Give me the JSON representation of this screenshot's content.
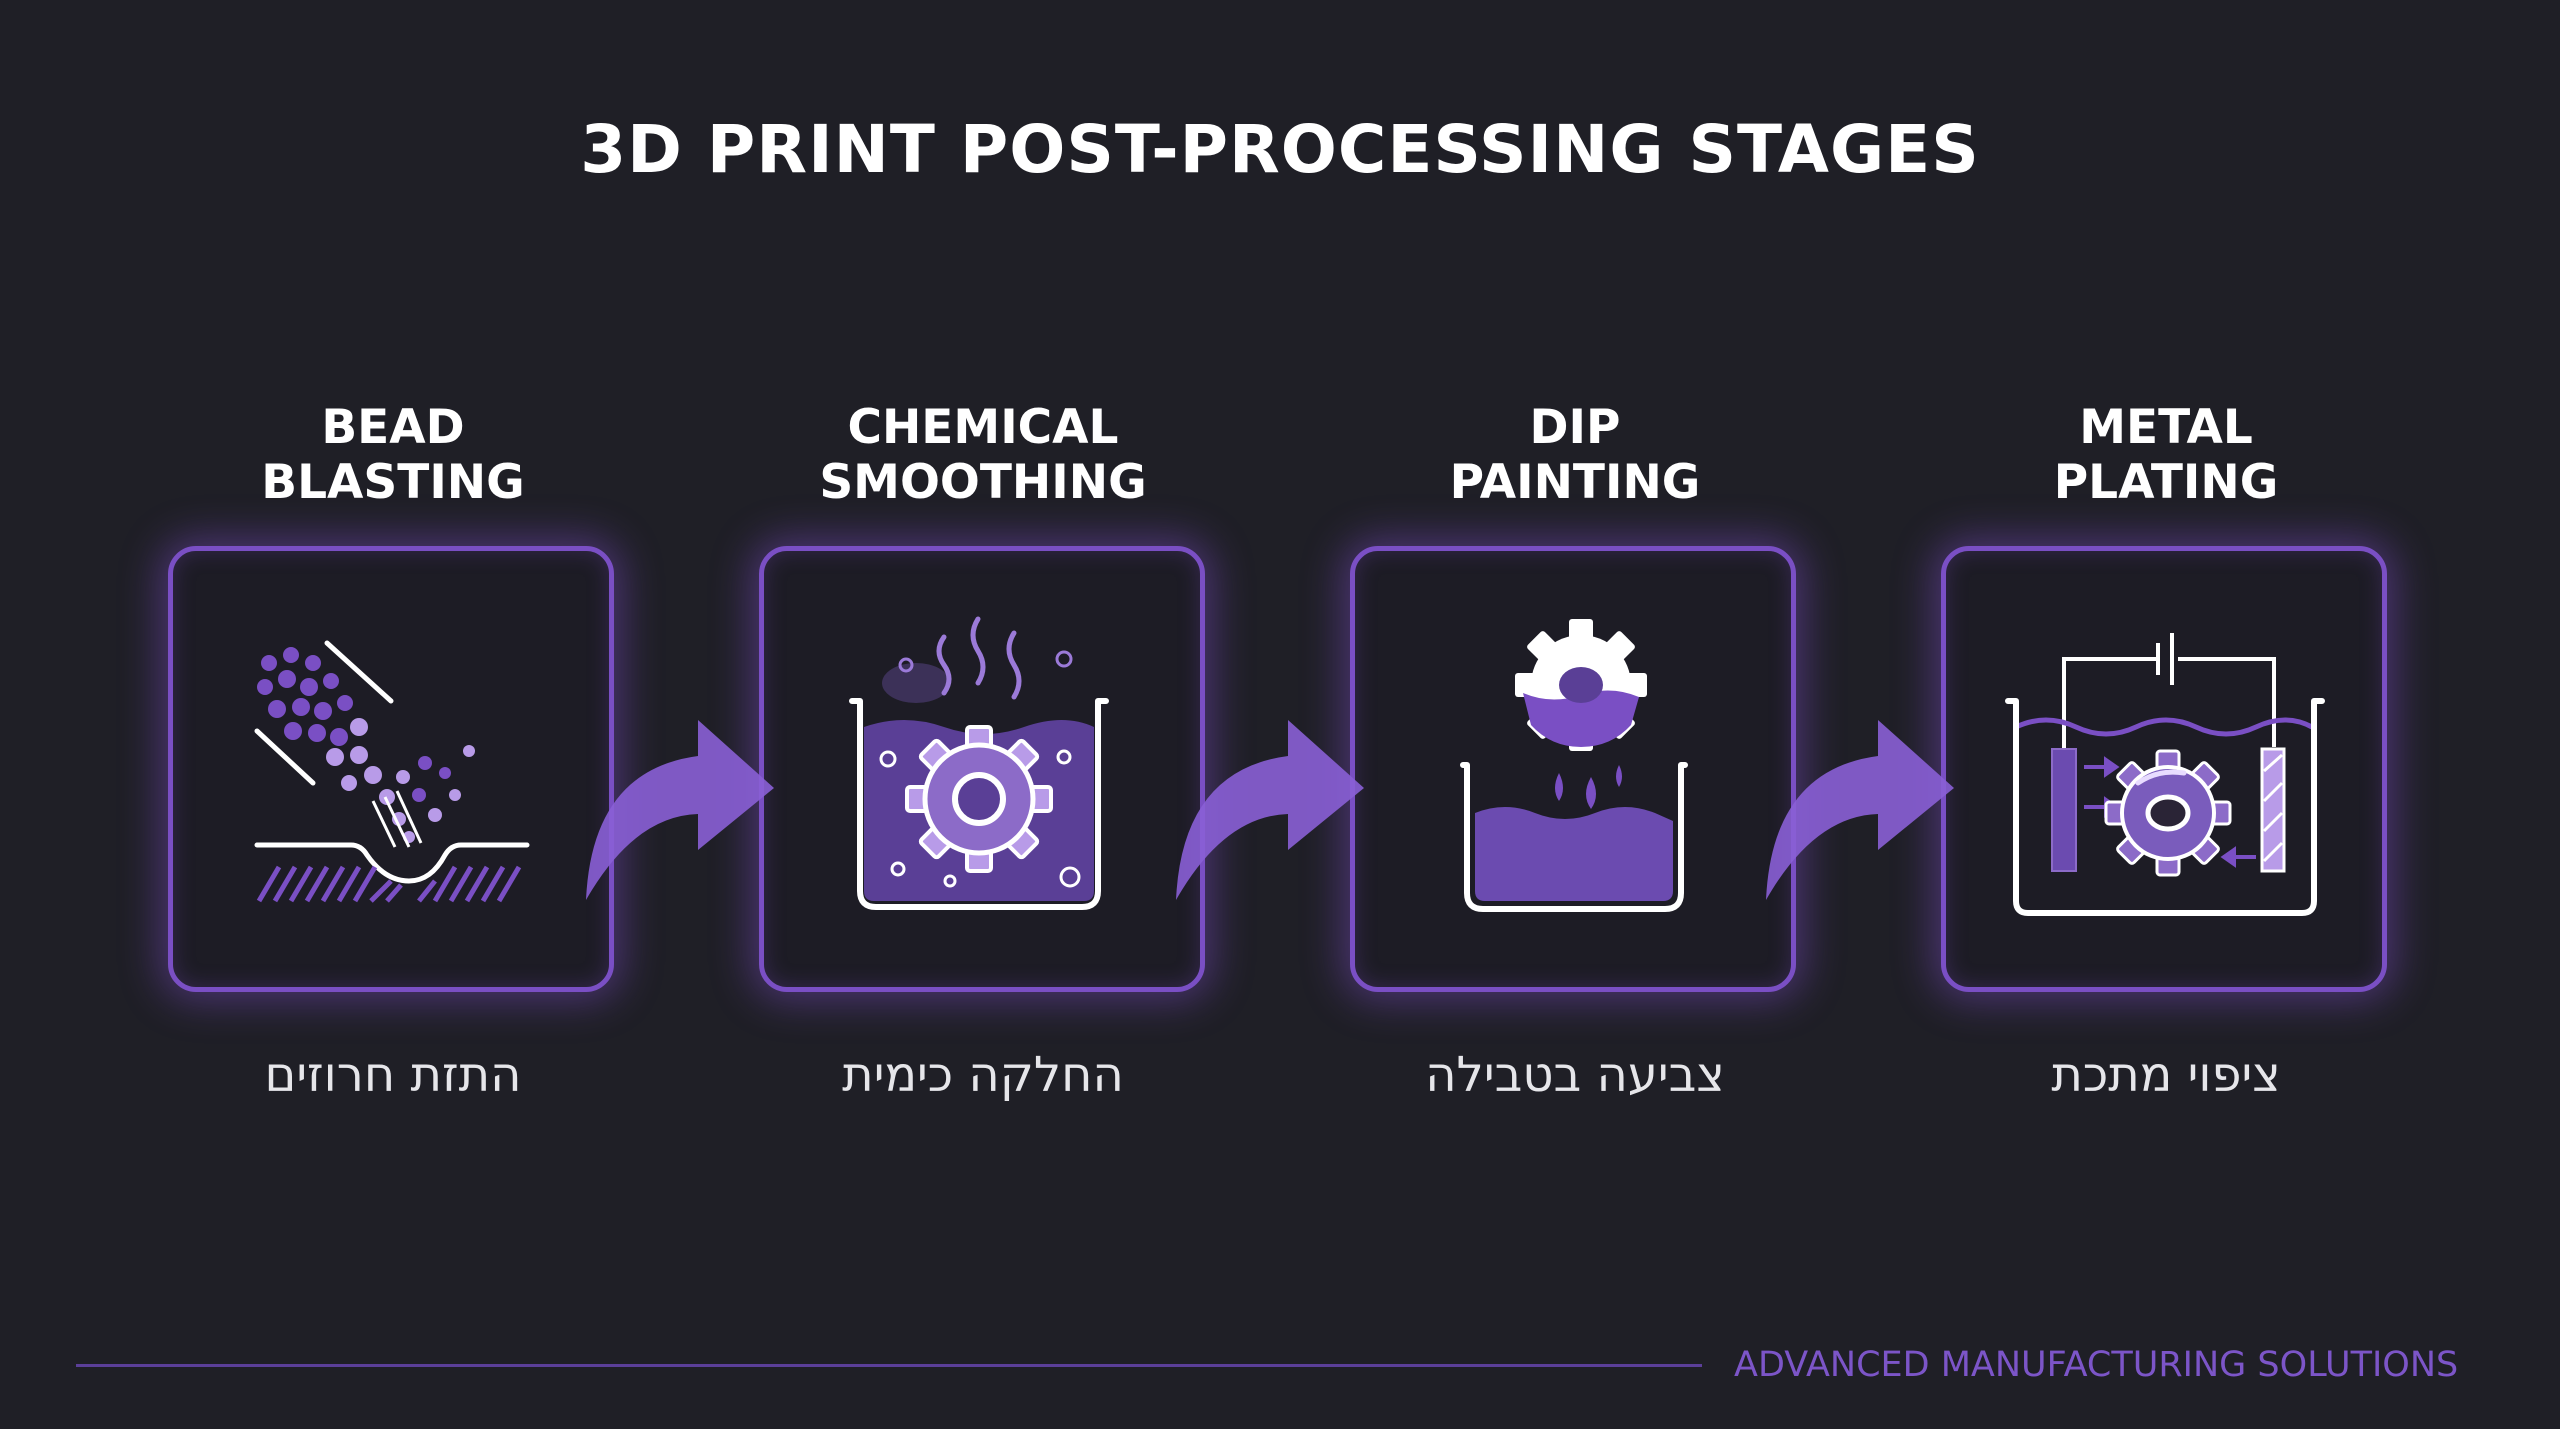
{
  "title": "3D PRINT POST-PROCESSING STAGES",
  "stages": [
    {
      "title_line1": "BEAD",
      "title_line2": "BLASTING",
      "hebrew": "התזת חרוזים",
      "icon": "bead-blasting-icon"
    },
    {
      "title_line1": "CHEMICAL",
      "title_line2": "SMOOTHING",
      "hebrew": "החלקה כימית",
      "icon": "chemical-smoothing-icon"
    },
    {
      "title_line1": "DIP",
      "title_line2": "PAINTING",
      "hebrew": "צביעה בטבילה",
      "icon": "dip-painting-icon"
    },
    {
      "title_line1": "METAL",
      "title_line2": "PLATING",
      "hebrew": "ציפוי מתכת",
      "icon": "metal-plating-icon"
    }
  ],
  "footer": {
    "text": "ADVANCED MANUFACTURING SOLUTIONS"
  },
  "colors": {
    "background": "#1f1f26",
    "accent": "#7a4fc4",
    "accent_light": "#a07be0",
    "text": "#ffffff"
  }
}
